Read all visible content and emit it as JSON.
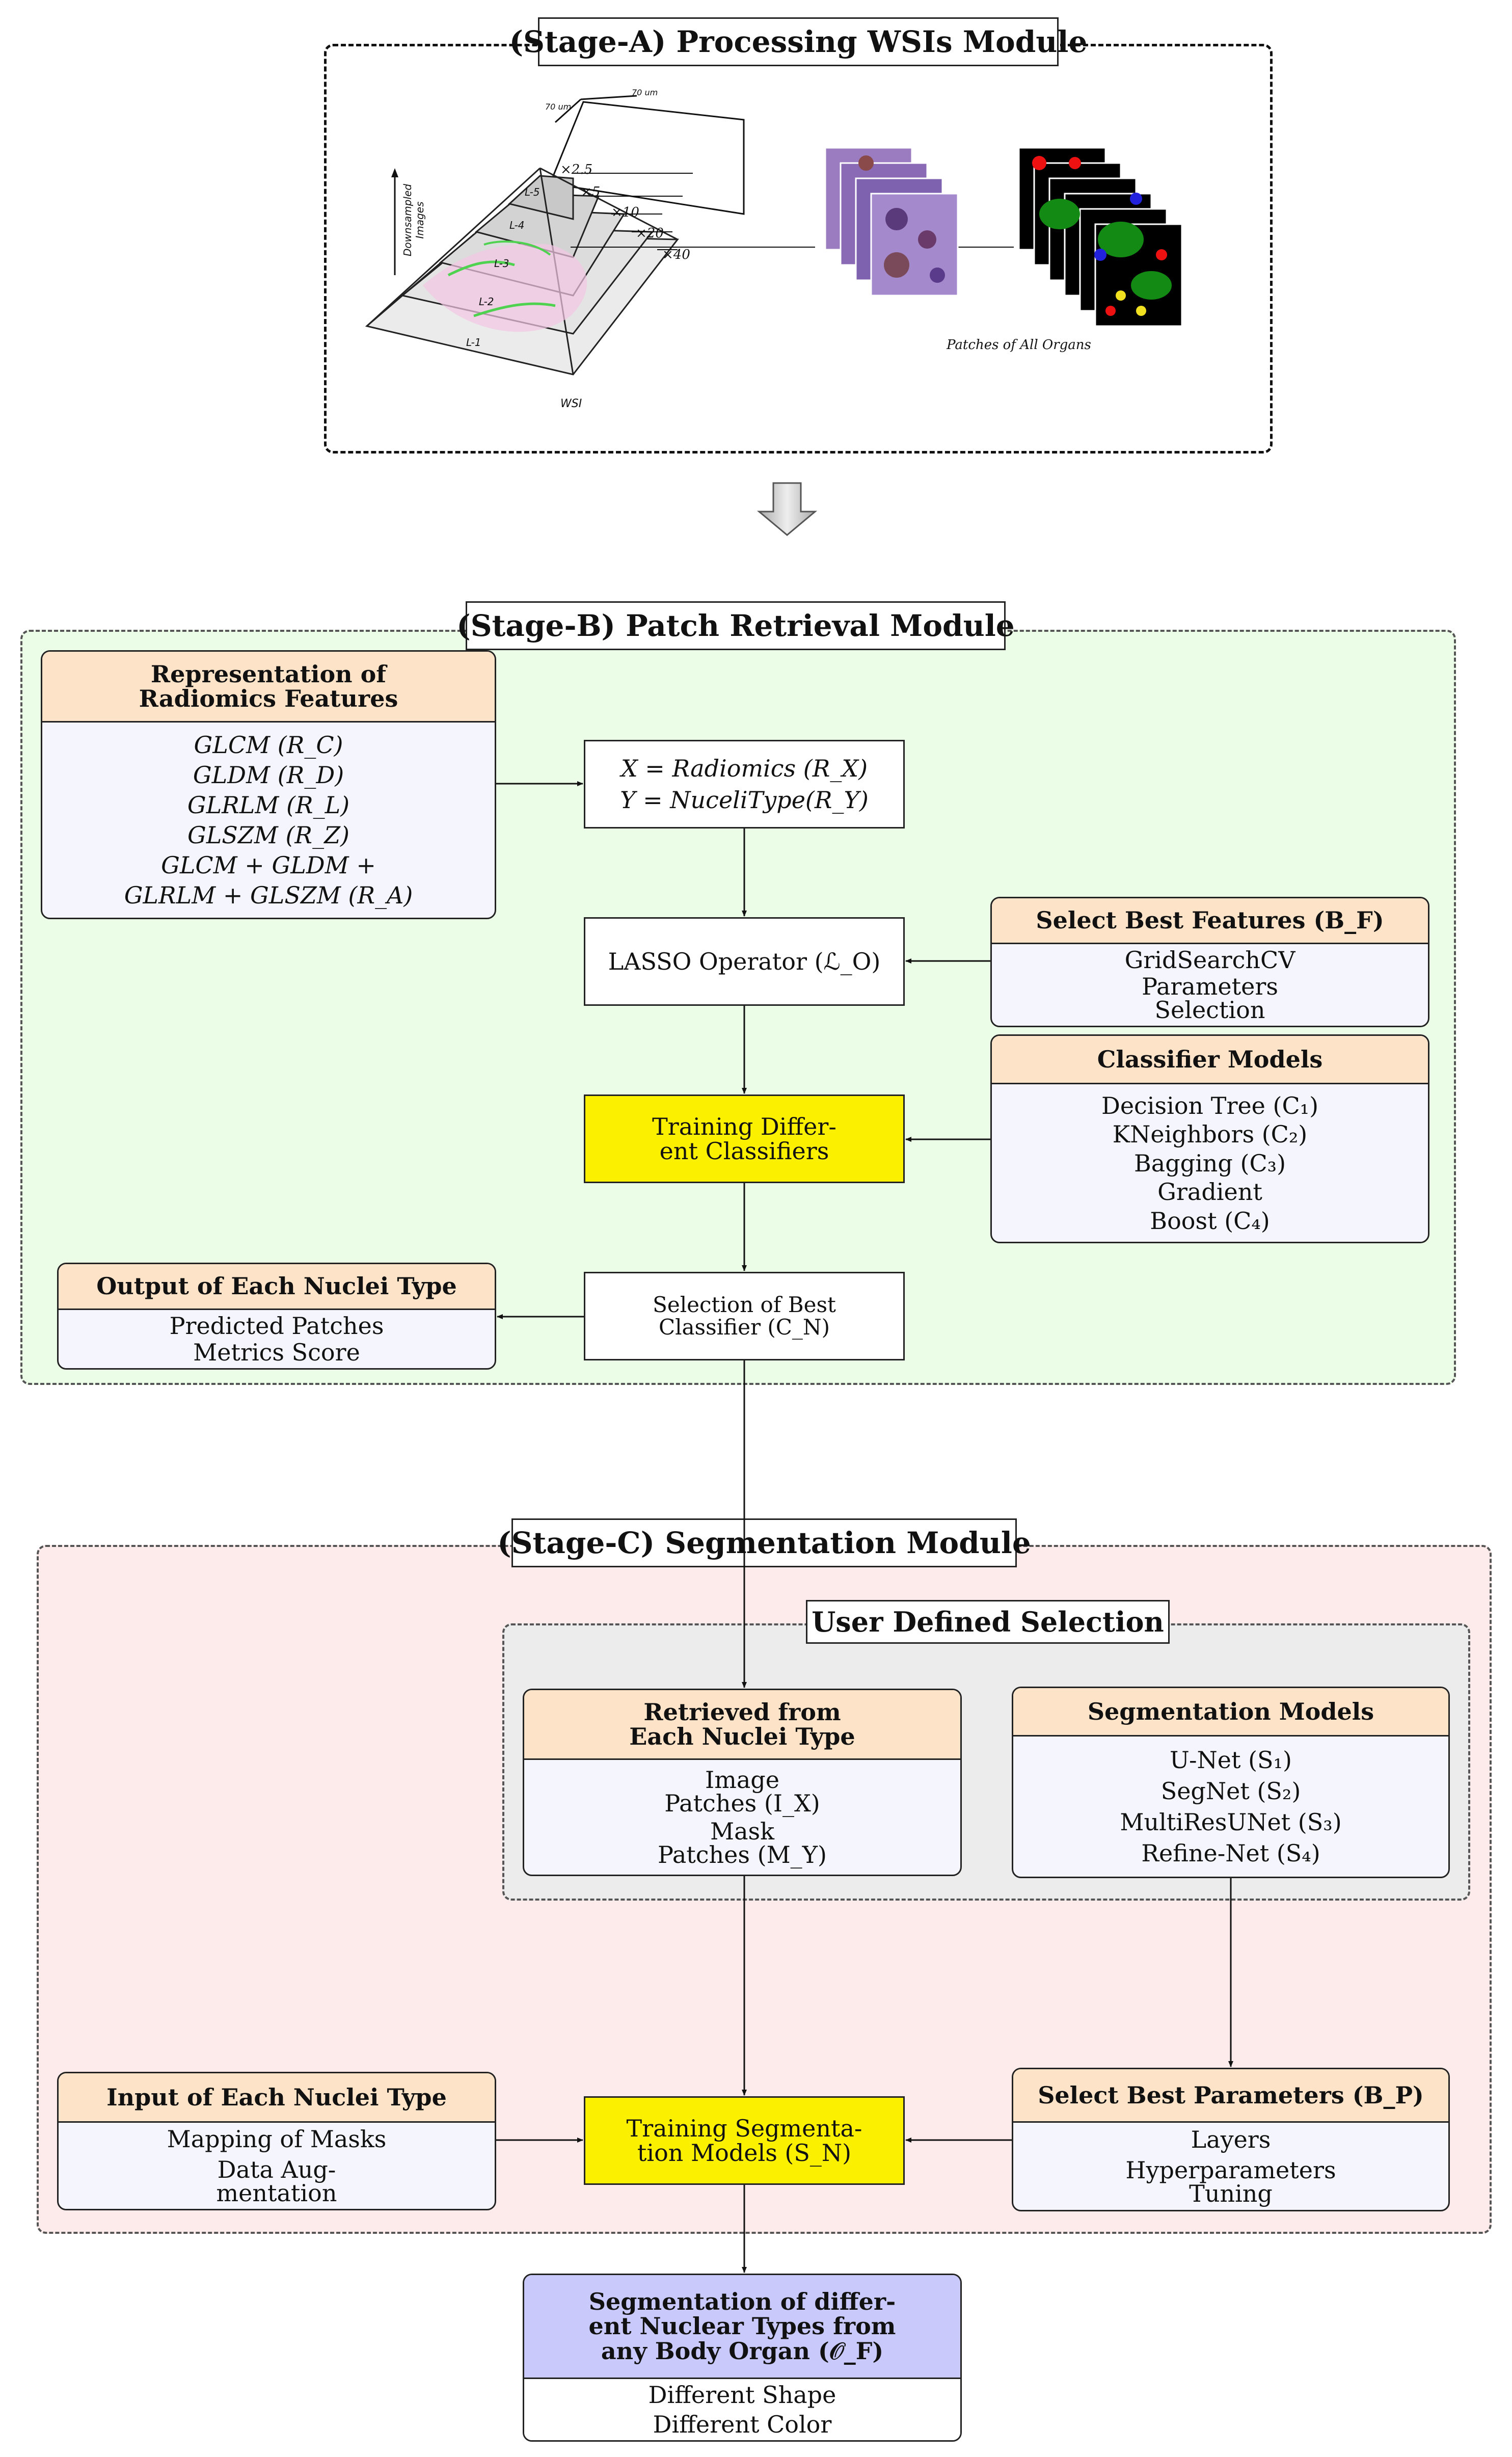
{
  "stage_a": {
    "title": "(Stage-A) Processing WSIs Module",
    "pyramid": {
      "axis_label": "Downsampled Images",
      "levels": [
        "L-5",
        "L-4",
        "L-3",
        "L-2",
        "L-1"
      ],
      "scales": [
        "×2.5",
        "×5",
        "×10",
        "×20",
        "×40"
      ],
      "tile_label_top": "70 um",
      "tile_label_side": "70 um",
      "base_label": "WSI"
    },
    "patches_caption": "Patches of All Organs"
  },
  "stage_b": {
    "title": "(Stage-B) Patch Retrieval Module",
    "radiomics": {
      "header": [
        "Representation of",
        "Radiomics Features"
      ],
      "items": [
        "GLCM (R_C)",
        "GLDM (R_D)",
        "GLRLM (R_L)",
        "GLSZM (R_Z)",
        "GLCM + GLDM +",
        "GLRLM + GLSZM (R_A)"
      ]
    },
    "xy_box": [
      "X = Radiomics (R_X)",
      "Y = NuceliType(R_Y)"
    ],
    "lasso": "LASSO Operator (ℒ_O)",
    "best_features": {
      "header": "Select Best Features (B_F)",
      "items": [
        "GridSearchCV",
        "Parameters",
        "Selection"
      ]
    },
    "classifier_models": {
      "header": "Classifier Models",
      "items": [
        "Decision Tree (C₁)",
        "KNeighbors (C₂)",
        "Bagging (C₃)",
        "Gradient",
        "Boost (C₄)"
      ]
    },
    "training": [
      "Training Differ-",
      "ent Classifiers"
    ],
    "selection": [
      "Selection of Best",
      "Classifier (C_N)"
    ],
    "output": {
      "header": "Output of Each Nuclei Type",
      "items": [
        "Predicted Patches",
        "Metrics Score"
      ]
    }
  },
  "stage_c": {
    "title": "(Stage-C) Segmentation Module",
    "user_defined": "User Defined Selection",
    "retrieved": {
      "header": [
        "Retrieved from",
        "Each Nuclei Type"
      ],
      "items": [
        "Image",
        "Patches (I_X)",
        "Mask",
        "Patches (M_Y)"
      ]
    },
    "seg_models": {
      "header": "Segmentation Models",
      "items": [
        "U-Net (S₁)",
        "SegNet (S₂)",
        "MultiResUNet (S₃)",
        "Refine-Net (S₄)"
      ]
    },
    "input": {
      "header": "Input of Each Nuclei Type",
      "items": [
        "Mapping of Masks",
        "Data Aug-",
        "mentation"
      ]
    },
    "training": [
      "Training Segmenta-",
      "tion Models (S_N)"
    ],
    "best_params": {
      "header": "Select Best Parameters (B_P)",
      "items": [
        "Layers",
        "Hyperparameters",
        "Tuning"
      ]
    }
  },
  "final": {
    "header": [
      "Segmentation of differ-",
      "ent Nuclear Types from",
      "any Body Organ (𝒪_F)"
    ],
    "items": [
      "Different Shape",
      "Different Color"
    ]
  },
  "colors": {
    "stage_b_bg": "#ebfde6",
    "stage_c_bg": "#fdeaea",
    "card_header": "#fde3c8",
    "card_body": "#f5f6fd",
    "highlight_yellow": "#fbf000",
    "final_header": "#c9c9fb"
  }
}
